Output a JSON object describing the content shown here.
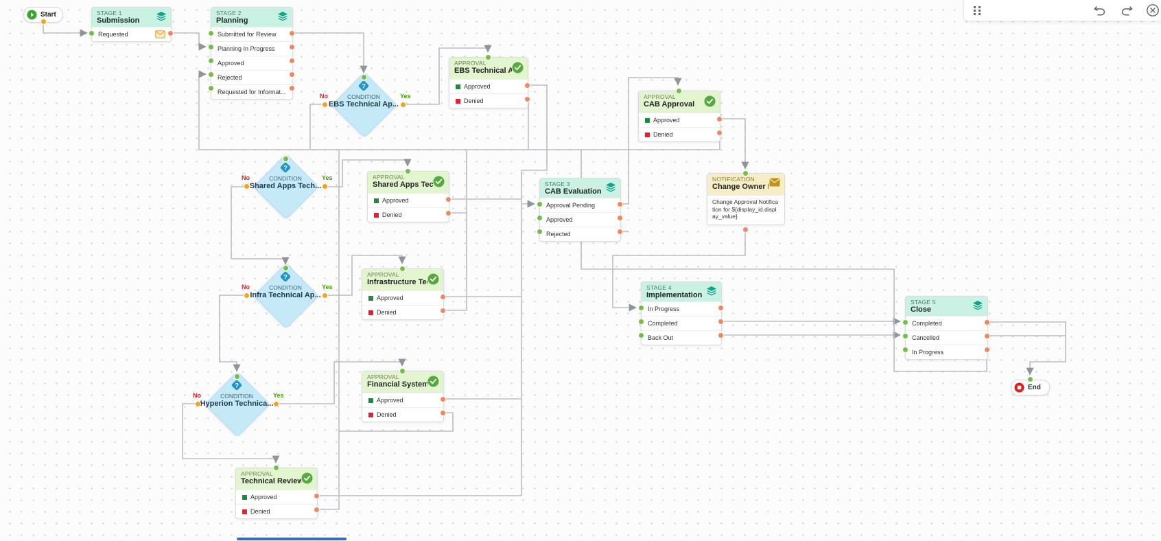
{
  "toolbar": {
    "drag_handle_icon": "drag-handle-icon",
    "undo_icon": "undo-icon",
    "redo_icon": "redo-icon",
    "close_icon": "close-icon"
  },
  "colors": {
    "stage_header": "#c9f2e3",
    "stage_icon": "#12a28c",
    "approval_header": "#e3f5cf",
    "approval_icon": "#55a93f",
    "condition_fill": "#c6e9f8",
    "condition_icon": "#2193c8",
    "notification_header": "#f7eec6",
    "notification_icon": "#c09018",
    "connector": "#b6bac0",
    "port_in": "#72bf45",
    "port_out": "#f2875f",
    "port_branch": "#f2a41f",
    "no_label": "#e01d1d",
    "yes_label": "#3fa100"
  },
  "canvas": {
    "nodes": [
      {
        "id": "start",
        "kind": "terminal",
        "label": "Start",
        "icon": "play-icon"
      },
      {
        "id": "stage1",
        "kind": "stage",
        "type_label": "STAGE 1",
        "title": "Submission",
        "icon": "layers-icon",
        "rows": [
          {
            "label": "Requested",
            "icon": "envelope-icon"
          }
        ]
      },
      {
        "id": "stage2",
        "kind": "stage",
        "type_label": "STAGE 2",
        "title": "Planning",
        "icon": "layers-icon",
        "rows": [
          {
            "label": "Submitted for Review"
          },
          {
            "label": "Planning In Progress"
          },
          {
            "label": "Approved"
          },
          {
            "label": "Rejected"
          },
          {
            "label": "Requested for Informat..."
          }
        ]
      },
      {
        "id": "cond_ebs",
        "kind": "condition",
        "type_label": "CONDITION",
        "title": "EBS Technical Ap...",
        "icon": "question-diamond-icon",
        "no_label": "No",
        "yes_label": "Yes"
      },
      {
        "id": "appr_ebs",
        "kind": "approval",
        "type_label": "APPROVAL",
        "title": "EBS Technical Ap...",
        "icon": "check-circle-icon",
        "rows": [
          {
            "label": "Approved",
            "marker": "green"
          },
          {
            "label": "Denied",
            "marker": "red"
          }
        ]
      },
      {
        "id": "appr_cab",
        "kind": "approval",
        "type_label": "APPROVAL",
        "title": "CAB Approval",
        "icon": "check-circle-icon",
        "rows": [
          {
            "label": "Approved",
            "marker": "green"
          },
          {
            "label": "Denied",
            "marker": "red"
          }
        ]
      },
      {
        "id": "cond_shared",
        "kind": "condition",
        "type_label": "CONDITION",
        "title": "Shared Apps Tech...",
        "icon": "question-diamond-icon",
        "no_label": "No",
        "yes_label": "Yes"
      },
      {
        "id": "appr_shared",
        "kind": "approval",
        "type_label": "APPROVAL",
        "title": "Shared Apps Tech...",
        "icon": "check-circle-icon",
        "rows": [
          {
            "label": "Approved",
            "marker": "green"
          },
          {
            "label": "Denied",
            "marker": "red"
          }
        ]
      },
      {
        "id": "stage3",
        "kind": "stage",
        "type_label": "STAGE 3",
        "title": "CAB Evaluation",
        "icon": "layers-icon",
        "rows": [
          {
            "label": "Approval Pending"
          },
          {
            "label": "Approved"
          },
          {
            "label": "Rejected"
          }
        ]
      },
      {
        "id": "notif",
        "kind": "notification",
        "type_label": "NOTIFICATION",
        "title": "Change Owner No...",
        "icon": "envelope-solid-icon",
        "body": "Change Approval Notification for ${display_id.display_value}"
      },
      {
        "id": "cond_infra",
        "kind": "condition",
        "type_label": "CONDITION",
        "title": "Infra Technical Ap...",
        "icon": "question-diamond-icon",
        "no_label": "No",
        "yes_label": "Yes"
      },
      {
        "id": "appr_infra",
        "kind": "approval",
        "type_label": "APPROVAL",
        "title": "Infrastructure Tec...",
        "icon": "check-circle-icon",
        "rows": [
          {
            "label": "Approved",
            "marker": "green"
          },
          {
            "label": "Denied",
            "marker": "red"
          }
        ]
      },
      {
        "id": "stage4",
        "kind": "stage",
        "type_label": "STAGE 4",
        "title": "Implementation",
        "icon": "layers-icon",
        "rows": [
          {
            "label": "In Progress"
          },
          {
            "label": "Completed"
          },
          {
            "label": "Back Out"
          }
        ]
      },
      {
        "id": "stage5",
        "kind": "stage",
        "type_label": "STAGE 5",
        "title": "Close",
        "icon": "layers-icon",
        "rows": [
          {
            "label": "Completed"
          },
          {
            "label": "Cancelled"
          },
          {
            "label": "In Progress"
          }
        ]
      },
      {
        "id": "cond_hyperion",
        "kind": "condition",
        "type_label": "CONDITION",
        "title": "Hyperion Technica...",
        "icon": "question-diamond-icon",
        "no_label": "No",
        "yes_label": "Yes"
      },
      {
        "id": "appr_financial",
        "kind": "approval",
        "type_label": "APPROVAL",
        "title": "Financial System ...",
        "icon": "check-circle-icon",
        "rows": [
          {
            "label": "Approved",
            "marker": "green"
          },
          {
            "label": "Denied",
            "marker": "red"
          }
        ]
      },
      {
        "id": "appr_tech",
        "kind": "approval",
        "type_label": "APPROVAL",
        "title": "Technical Review ...",
        "icon": "check-circle-icon",
        "rows": [
          {
            "label": "Approved",
            "marker": "green"
          },
          {
            "label": "Denied",
            "marker": "red"
          }
        ]
      },
      {
        "id": "end",
        "kind": "terminal",
        "label": "End",
        "icon": "stop-icon"
      }
    ]
  }
}
